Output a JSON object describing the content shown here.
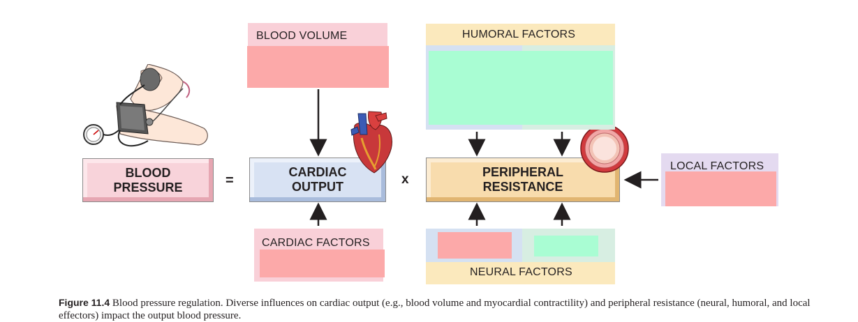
{
  "boxes": {
    "blood_pressure": "BLOOD\nPRESSURE",
    "cardiac_output": "CARDIAC\nOUTPUT",
    "peripheral_resistance": "PERIPHERAL\nRESISTANCE"
  },
  "operators": {
    "equals": "=",
    "times": "x"
  },
  "factors": {
    "blood_volume": "BLOOD VOLUME",
    "cardiac_factors": "CARDIAC FACTORS",
    "humoral_factors": "HUMORAL FACTORS",
    "neural_factors": "NEURAL FACTORS",
    "local_factors": "LOCAL FACTORS"
  },
  "caption": {
    "figure_label": "Figure 11.4",
    "text": "Blood pressure regulation. Diverse influences on cardiac output (e.g., blood volume and myocardial contractility) and peripheral resistance (neural, humoral, and local effectors) impact the output blood pressure."
  },
  "colors": {
    "pink_panel": "#f9d0d8",
    "pink_mask": "#fca9a9",
    "green_mask": "#a9fdd3",
    "yellow_panel": "#fbe9bd",
    "blue_panel": "#d5e1f2",
    "purple_panel": "#e4daf0",
    "orange_box": "#f7d9a8"
  }
}
